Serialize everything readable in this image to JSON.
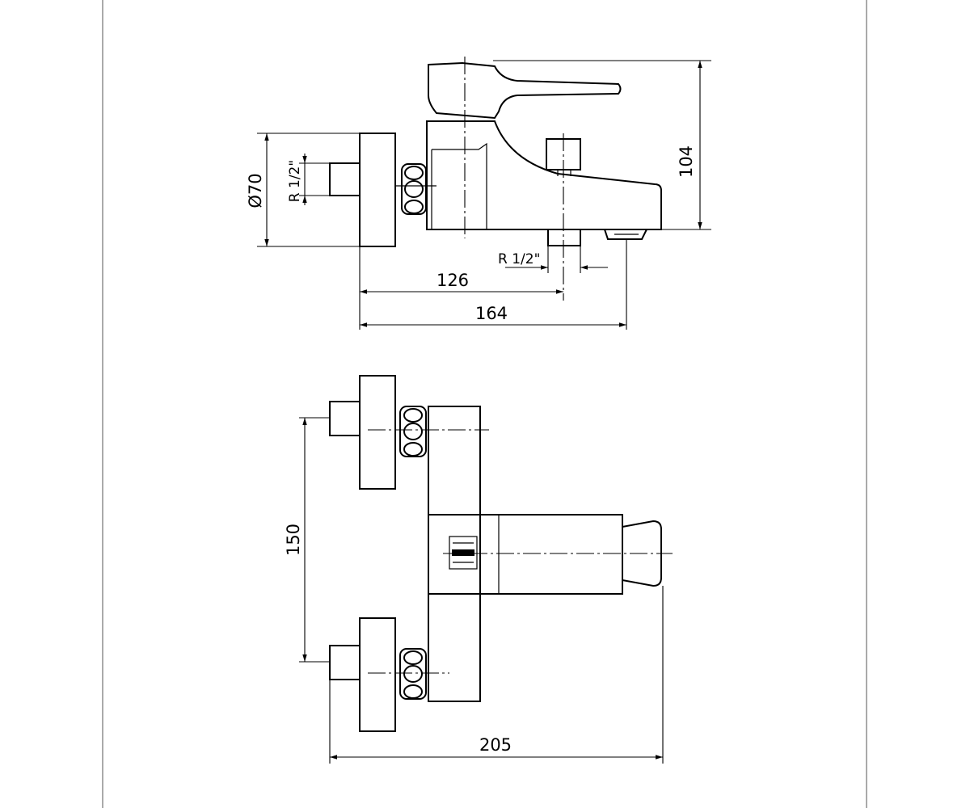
{
  "drawing": {
    "type": "technical-drawing",
    "subject": "wall-mounted bath mixer",
    "views": [
      "side-elevation",
      "top-plan"
    ],
    "dimensions": {
      "height": "104",
      "diameter": "Ø70",
      "inlet_thread": "R 1/2\"",
      "outlet_thread": "R 1/2\"",
      "distance_126": "126",
      "distance_164": "164",
      "inlet_spacing": "150",
      "overall_width": "205"
    },
    "colors": {
      "line": "#000000",
      "background": "#ffffff",
      "frame": "#555555"
    }
  }
}
